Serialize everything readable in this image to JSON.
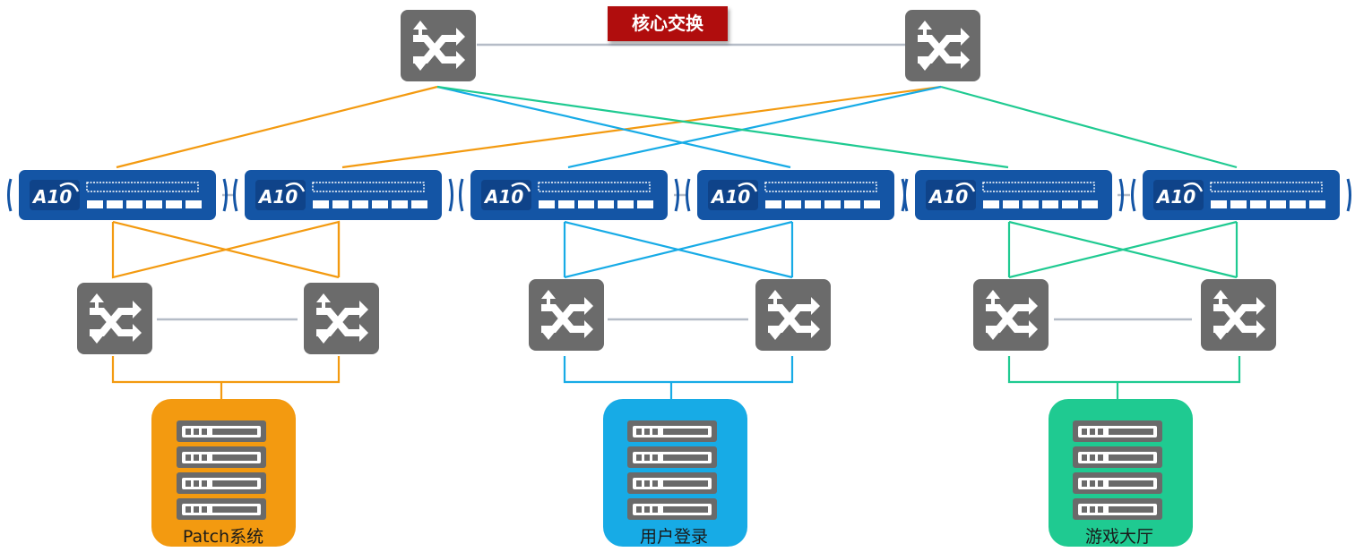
{
  "core": {
    "label": "核心交换",
    "switch_icon": "network-switch-icon"
  },
  "colors": {
    "core_label_bg": "#b0080c",
    "switch_gray": "#6b6b6b",
    "a10_blue": "#1455a5",
    "link_gray": "#b5bcc7",
    "orange": "#f39a10",
    "blue": "#17abe6",
    "green": "#1fca91"
  },
  "load_balancer": {
    "logo": "A10"
  },
  "clusters": [
    {
      "id": "patch",
      "label": "Patch系统",
      "color": "#f39a10",
      "server_icon": "server-rack-icon"
    },
    {
      "id": "login",
      "label": "用户登录",
      "color": "#17abe6",
      "server_icon": "server-rack-icon"
    },
    {
      "id": "lobby",
      "label": "游戏大厅",
      "color": "#1fca91",
      "server_icon": "server-rack-icon"
    }
  ]
}
